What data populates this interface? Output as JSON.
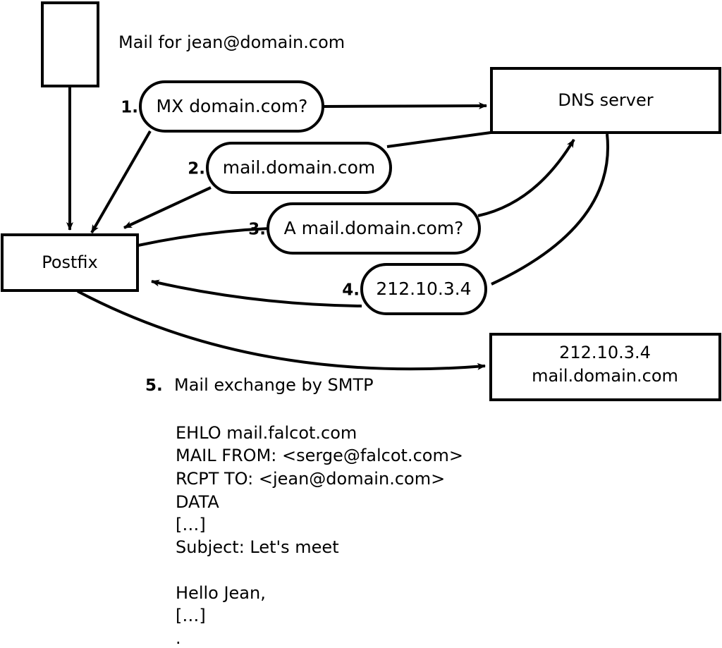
{
  "diagram": {
    "title_note": "Mail for jean@domain.com",
    "nodes": {
      "source_box": {
        "label": ""
      },
      "postfix": {
        "label": "Postfix"
      },
      "dns_server": {
        "label": "DNS server"
      },
      "mail_server": {
        "line1": "212.10.3.4",
        "line2": "mail.domain.com"
      }
    },
    "steps": [
      {
        "num": "1.",
        "label": "MX domain.com?"
      },
      {
        "num": "2.",
        "label": "mail.domain.com"
      },
      {
        "num": "3.",
        "label": "A mail.domain.com?"
      },
      {
        "num": "4.",
        "label": "212.10.3.4"
      }
    ],
    "smtp": {
      "num": "5.",
      "heading": "Mail exchange by SMTP",
      "transcript": [
        "EHLO mail.falcot.com",
        "MAIL FROM: <serge@falcot.com>",
        "RCPT TO: <jean@domain.com>",
        "DATA",
        "[…]",
        "Subject: Let's meet",
        "",
        "Hello Jean,",
        "[…]",
        "."
      ]
    },
    "colors": {
      "stroke": "#000000",
      "fill": "#ffffff",
      "background": "#ffffff"
    }
  }
}
